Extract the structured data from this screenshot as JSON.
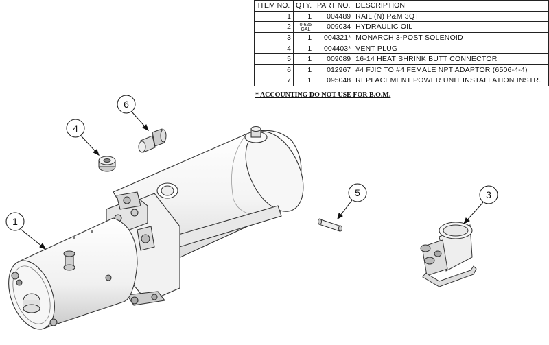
{
  "bom": {
    "headers": [
      "ITEM NO.",
      "QTY.",
      "PART NO.",
      "DESCRIPTION"
    ],
    "rows": [
      {
        "item": "1",
        "qty": "1",
        "part": "004489",
        "desc": "RAIL (N) P&M 3QT"
      },
      {
        "item": "2",
        "qty": "0.625 GAL",
        "part": "009034",
        "desc": "HYDRAULIC OIL"
      },
      {
        "item": "3",
        "qty": "1",
        "part": "004321*",
        "desc": "MONARCH 3-POST SOLENOID"
      },
      {
        "item": "4",
        "qty": "1",
        "part": "004403*",
        "desc": "VENT PLUG"
      },
      {
        "item": "5",
        "qty": "1",
        "part": "009089",
        "desc": "16-14 HEAT SHRINK BUTT CONNECTOR"
      },
      {
        "item": "6",
        "qty": "1",
        "part": "012967",
        "desc": "#4 FJIC TO #4 FEMALE NPT ADAPTOR (6506-4-4)"
      },
      {
        "item": "7",
        "qty": "1",
        "part": "095048",
        "desc": "REPLACEMENT POWER UNIT INSTALLATION INSTR."
      }
    ],
    "qty_fraction": {
      "top": "0.625",
      "bottom": "GAL"
    }
  },
  "note": "* ACCOUNTING DO NOT USE FOR B.O.M.",
  "callouts": {
    "c1": "1",
    "c3": "3",
    "c4": "4",
    "c5": "5",
    "c6": "6"
  }
}
